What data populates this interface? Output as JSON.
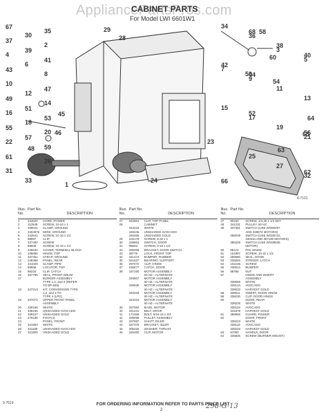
{
  "watermark": "AppliancePartsPros.com",
  "title": "CABINET PARTS",
  "subtitle": "For Model LWI 6601W1",
  "figure_code": "8-7101",
  "callouts": [
    "28",
    "29",
    "30",
    "1",
    "2",
    "3",
    "4",
    "5",
    "6",
    "7",
    "8",
    "9",
    "10",
    "11",
    "12",
    "13",
    "14",
    "15",
    "16",
    "17",
    "18",
    "19",
    "20",
    "21",
    "22",
    "23",
    "24",
    "25",
    "26",
    "27",
    "31",
    "32",
    "33",
    "34",
    "35",
    "36",
    "37",
    "38",
    "39",
    "40",
    "41",
    "42",
    "43",
    "44",
    "45",
    "46",
    "47",
    "48",
    "49",
    "50",
    "51",
    "52",
    "53",
    "54",
    "55",
    "56",
    "57",
    "58",
    "59",
    "60",
    "61",
    "62",
    "63",
    "64",
    "65",
    "66",
    "67",
    "68"
  ],
  "table_headers": {
    "no": "Illus. No.",
    "part": "Part No.",
    "desc": "DESCRIPTION"
  },
  "columns": [
    [
      [
        "1",
        "344620",
        "CORD, POWER"
      ],
      [
        "2",
        "112848",
        "SCREW, 10-24 x 1"
      ],
      [
        "3",
        "339041",
        "CLAMP, GROUND"
      ],
      [
        "4",
        "3404875",
        "WIRE, GROUND"
      ],
      [
        "5",
        "343641",
        "SCREW, 10-16 x 1/2"
      ],
      [
        "6",
        "98997",
        "CLIP"
      ],
      [
        "7",
        "337460",
        "SCREW"
      ],
      [
        "8",
        "98608",
        "SCREW, 10-16 x 1/2"
      ],
      [
        "9",
        "345630",
        "COVER, TERMINAL BLOCK"
      ],
      [
        "10",
        "238086",
        "HINGE, TOP"
      ],
      [
        "11",
        "337461",
        "STRAP, GROUND"
      ],
      [
        "12",
        "346388",
        "PANEL, REAR"
      ],
      [
        "13",
        "341029",
        "CLAMP, PIPE"
      ],
      [
        "14",
        "98669",
        "LOCATOR, TOP"
      ],
      [
        "15",
        "98234",
        "CLIP, CATCH"
      ],
      [
        "16",
        "297786",
        "SEAL, FRONT DRUM"
      ],
      [
        "17",
        "",
        "BURNER ASSEMBLY"
      ],
      [
        "",
        "",
        "TYPE 1,2, and 3 (REFER"
      ],
      [
        "",
        "",
        "TO BP-565)"
      ],
      [
        "18",
        "347213",
        "KIT, CONVERSION TYPE"
      ],
      [
        "",
        "",
        "1,2, and 3 TO"
      ],
      [
        "",
        "",
        "TYPE 4 (LPG)"
      ],
      [
        "19",
        "337072",
        "UPPER FRONT PANEL"
      ],
      [
        "",
        "",
        "ASSEMBLY"
      ],
      [
        "20",
        "339156",
        "WHITE"
      ],
      [
        "21",
        "339155",
        "UNSHADED AVOCADO"
      ],
      [
        "22",
        "339157",
        "UNSHADED GOLD"
      ],
      [
        "23",
        "279186",
        "FOOT(4)"
      ],
      [
        "24",
        "",
        "PANEL, FRONT"
      ],
      [
        "25",
        "341953",
        "WHITE"
      ],
      [
        "26",
        "341159",
        "UNSHADED AVOCADO"
      ],
      [
        "27",
        "341825",
        "UNSHADED GOLD"
      ]
    ],
    [
      [
        "27",
        "342861",
        "CLIP, TOP PANEL"
      ],
      [
        "28",
        "",
        "CABINET"
      ],
      [
        "",
        "343423",
        "WHITE"
      ],
      [
        "",
        "345345",
        "UNSHADED AVOCADO"
      ],
      [
        "",
        "345465",
        "UNSHADED GOLD"
      ],
      [
        "29",
        "102179",
        "SCREW, 8-32 x 1"
      ],
      [
        "30",
        "338863",
        "SWITCH, DOOR"
      ],
      [
        "31",
        "98833",
        "SCREW, 8-18 x 1/2"
      ],
      [
        "32",
        "295058",
        "BRACKET, DOOR SWITCH"
      ],
      [
        "33",
        "38778",
        "LOCK, FRONT TOP"
      ],
      [
        "34",
        "341474",
        "BUMPER, RUBBER"
      ],
      [
        "35",
        "341527",
        "BEARING, SUPPORT"
      ],
      [
        "36",
        "297072",
        "CLIP, HINGE"
      ],
      [
        "37",
        "236677",
        "CATCH, DOOR"
      ],
      [
        "38",
        "337190",
        "MOTOR ASSEMBLY"
      ],
      [
        "",
        "",
        "60 HZ.--ALTERNATE"
      ],
      [
        "",
        "349907",
        "MOTOR ASSEMBLY"
      ],
      [
        "",
        "",
        "60 HZ.--ALTERNATE"
      ],
      [
        "",
        "339635",
        "MOTOR ASSEMBLY"
      ],
      [
        "",
        "",
        "60 HZ.--ALTERNATE"
      ],
      [
        "",
        "340233",
        "MOTOR ASSEMBLY"
      ],
      [
        "",
        "",
        "60 HZ.--ALTERNATE"
      ],
      [
        "",
        "343234",
        "MOTOR ASSEMBLY"
      ],
      [
        "",
        "",
        "60 HZ.--ALTERNATE"
      ],
      [
        "39",
        "337084",
        "BASE, MOTOR"
      ],
      [
        "40",
        "341241",
        "BELT, DRIVE"
      ],
      [
        "41",
        "172468",
        "BOLT, 5/16-18 x 3/4"
      ],
      [
        "42",
        "339098",
        "PULLEY ASSEMBLY"
      ],
      [
        "43",
        "337987",
        "SHAFT, IDLER"
      ],
      [
        "44",
        "337378",
        "BRACKET, IDLER"
      ],
      [
        "45",
        "305225",
        "WASHER, THRUST"
      ],
      [
        "46",
        "345460",
        "CLIP, MOTOR"
      ]
    ],
    [
      [
        "47",
        "90150",
        "SCREW, 1/4-28 x 1/4 SET"
      ],
      [
        "48",
        "341231",
        "PULLEY, 60 HZ."
      ],
      [
        "49",
        "337381",
        "SWITCH (USE W/390207"
      ],
      [
        "",
        "",
        "AND 339872 MOTORS)"
      ],
      [
        "",
        "258039",
        "SWITCH (USE W/338741,"
      ],
      [
        "",
        "",
        "340334 AND 357180 MOTORS)"
      ],
      [
        "",
        "285329",
        "SWITCH (USE W/339635"
      ],
      [
        "",
        "",
        "MOTOR)"
      ],
      [
        "50",
        "85474",
        "PIN, HINGE"
      ],
      [
        "51",
        "151897",
        "SCREW, 10-32 x 1/2"
      ],
      [
        "52",
        "258580",
        "SEAL, DOOR"
      ],
      [
        "53",
        "335846",
        "STRIKER, LATCH"
      ],
      [
        "54",
        "102236",
        "SCREW"
      ],
      [
        "55",
        "338614",
        "BUMPER"
      ],
      [
        "56",
        "98788",
        "NUT"
      ],
      [
        "57",
        "",
        "HINGE AND INSERT"
      ],
      [
        "",
        "",
        "ASSEMBLY"
      ],
      [
        "",
        "338669",
        "WHITE"
      ],
      [
        "",
        "339134",
        "AVOCADO"
      ],
      [
        "",
        "339033",
        "HARVEST GOLD"
      ],
      [
        "58",
        "339611",
        "INSERT, DOOR HINGE"
      ],
      [
        "59",
        "338230",
        "CLIP, DOOR HINGE"
      ],
      [
        "60",
        "",
        "DOOR, REAR"
      ],
      [
        "",
        "338229",
        "WHITE"
      ],
      [
        "",
        "339119",
        "AVOCADO"
      ],
      [
        "",
        "341879",
        "HARVEST GOLD"
      ],
      [
        "61",
        "289965",
        "GUARD, FINGER"
      ],
      [
        "62",
        "",
        "DOOR, FRONT"
      ],
      [
        "",
        "338223",
        "WHITE"
      ],
      [
        "",
        "339118",
        "AVOCADO"
      ],
      [
        "",
        "339103",
        "HARVEST GOLD"
      ],
      [
        "63",
        "97090",
        "HANDLE, DOOR"
      ],
      [
        "64",
        "345825",
        "SCREW (BURNER MOUNT)"
      ]
    ]
  ],
  "footer_note": "FOR ORDERING INFORMATION REFER TO PARTS PRICE LIST",
  "page_number": "2",
  "doc_code": "3-7519",
  "handwritten": "298-G-13"
}
